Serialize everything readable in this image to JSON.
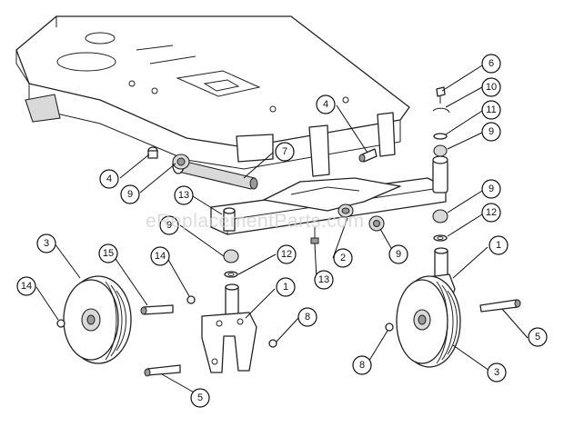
{
  "watermark": "eReplacementParts.com",
  "callouts": [
    {
      "id": "c6",
      "label": "6"
    },
    {
      "id": "c10",
      "label": "10"
    },
    {
      "id": "c11",
      "label": "11"
    },
    {
      "id": "c9a",
      "label": "9"
    },
    {
      "id": "c4a",
      "label": "4"
    },
    {
      "id": "c7",
      "label": "7"
    },
    {
      "id": "c4b",
      "label": "4"
    },
    {
      "id": "c9b",
      "label": "9"
    },
    {
      "id": "c13a",
      "label": "13"
    },
    {
      "id": "c9c",
      "label": "9"
    },
    {
      "id": "c9d",
      "label": "9"
    },
    {
      "id": "c12a",
      "label": "12"
    },
    {
      "id": "c3a",
      "label": "3"
    },
    {
      "id": "c15",
      "label": "15"
    },
    {
      "id": "c14a",
      "label": "14"
    },
    {
      "id": "c12b",
      "label": "12"
    },
    {
      "id": "c2",
      "label": "2"
    },
    {
      "id": "c9e",
      "label": "9"
    },
    {
      "id": "c1a",
      "label": "1"
    },
    {
      "id": "c13b",
      "label": "13"
    },
    {
      "id": "c14b",
      "label": "14"
    },
    {
      "id": "c1b",
      "label": "1"
    },
    {
      "id": "c8a",
      "label": "8"
    },
    {
      "id": "c5a",
      "label": "5"
    },
    {
      "id": "c8b",
      "label": "8"
    },
    {
      "id": "c3b",
      "label": "3"
    },
    {
      "id": "c5b",
      "label": "5"
    }
  ]
}
